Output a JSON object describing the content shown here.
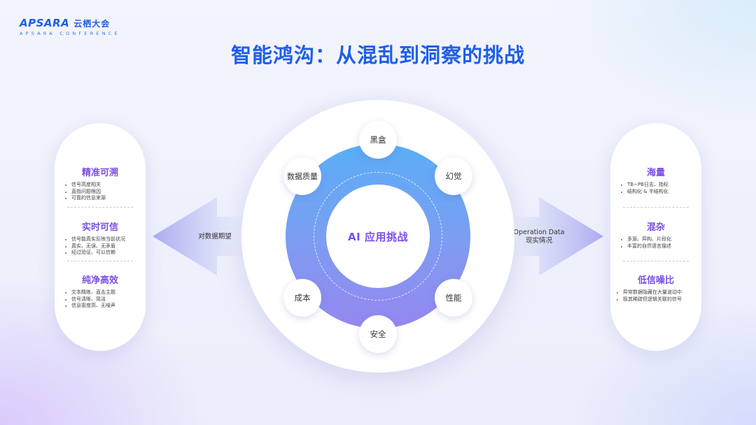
{
  "logo": {
    "brand": "APSARA",
    "brand_cn": "云栖大会",
    "subtitle": "APSARA CONFERENCE"
  },
  "title": "智能鸿沟：从混乱到洞察的挑战",
  "left_panel": {
    "sections": [
      {
        "title": "精准可溯",
        "items": [
          "信号高度相关",
          "直指问题根因",
          "可靠的信息来源"
        ]
      },
      {
        "title": "实时可信",
        "items": [
          "信号能真实反映当前状况",
          "真实、无误、无矛盾",
          "经过验证、可以信赖"
        ]
      },
      {
        "title": "纯净高效",
        "items": [
          "文本精练、直击主题",
          "信号清晰、简洁",
          "信息密度高、无噪声"
        ]
      }
    ]
  },
  "right_panel": {
    "sections": [
      {
        "title": "海量",
        "items": [
          "TB~PB日志、指标",
          "结构化 & 半结构化"
        ]
      },
      {
        "title": "混杂",
        "items": [
          "多源、异构、片段化",
          "丰富的自然语言描述"
        ]
      },
      {
        "title": "低信噪比",
        "items": [
          "异常数据隐藏在大量波动中",
          "极其稀疏但逻辑关联的信号"
        ]
      }
    ]
  },
  "left_arrow": {
    "label": "对数据期望"
  },
  "right_arrow": {
    "label_line1": "Operation Data",
    "label_line2": "现实情况"
  },
  "hub": {
    "center_label": "AI 应用挑战",
    "nodes": {
      "top": "黑盒",
      "top_right": "幻觉",
      "bottom_right": "性能",
      "bottom": "安全",
      "bottom_left": "成本",
      "top_left": "数据质量"
    }
  },
  "colors": {
    "title": "#1e5fe8",
    "accent": "#7b4ee6",
    "ring_top": "#5aaef7",
    "ring_bottom": "#9687ef"
  }
}
